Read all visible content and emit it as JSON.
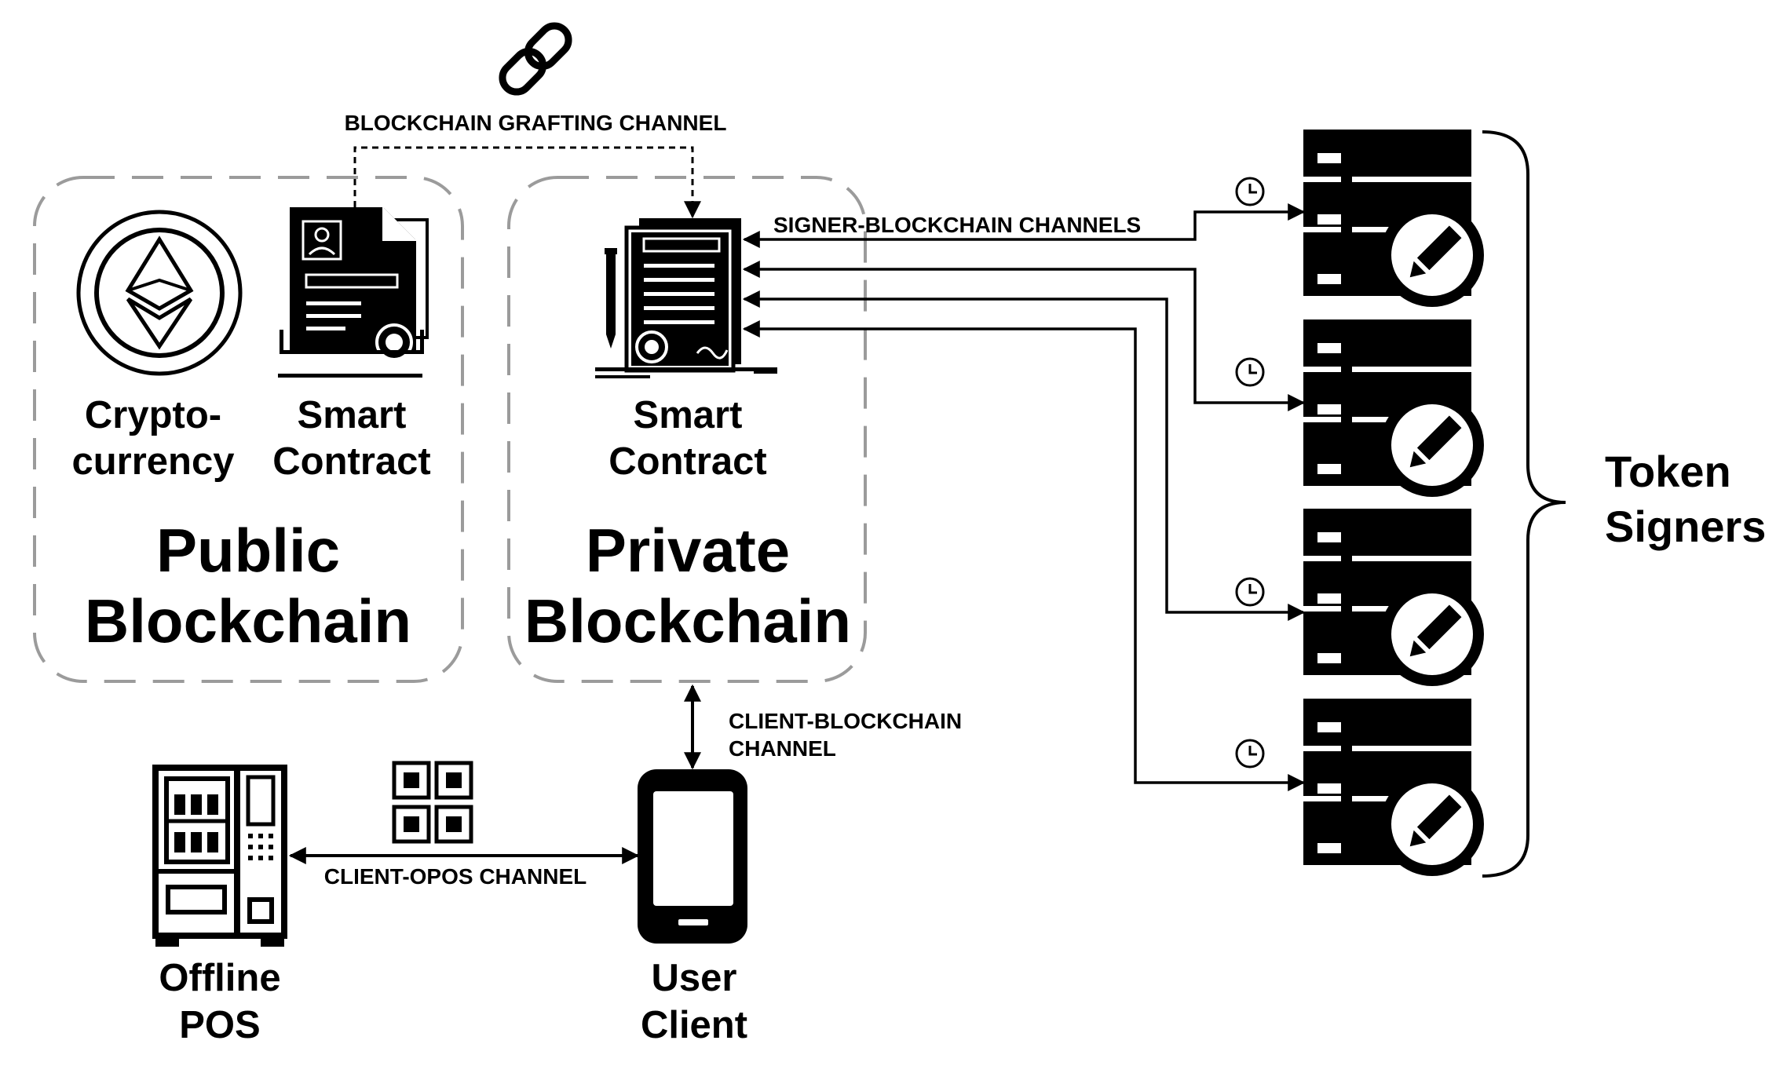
{
  "channels": {
    "grafting": "BLOCKCHAIN GRAFTING CHANNEL",
    "signer_blockchain": "SIGNER-BLOCKCHAIN CHANNELS",
    "client_blockchain_line1": "CLIENT-BLOCKCHAIN",
    "client_blockchain_line2": "CHANNEL",
    "client_opos": "CLIENT-OPOS CHANNEL"
  },
  "public_blockchain": {
    "crypto_line1": "Crypto-",
    "crypto_line2": "currency",
    "contract_line1": "Smart",
    "contract_line2": "Contract",
    "title_line1": "Public",
    "title_line2": "Blockchain"
  },
  "private_blockchain": {
    "contract_line1": "Smart",
    "contract_line2": "Contract",
    "title_line1": "Private",
    "title_line2": "Blockchain"
  },
  "offline_pos": {
    "line1": "Offline",
    "line2": "POS"
  },
  "user_client": {
    "line1": "User",
    "line2": "Client"
  },
  "token_signers": {
    "line1": "Token",
    "line2": "Signers"
  },
  "icons": [
    "chain-link-icon",
    "ethereum-icon",
    "certificate-icon",
    "contract-signing-icon",
    "server-edit-icon",
    "clock-icon",
    "qr-code-icon",
    "vending-machine-icon",
    "smartphone-icon"
  ],
  "colors": {
    "ink": "#000000",
    "dashed_border": "#9b9b9b",
    "background": "#ffffff"
  }
}
